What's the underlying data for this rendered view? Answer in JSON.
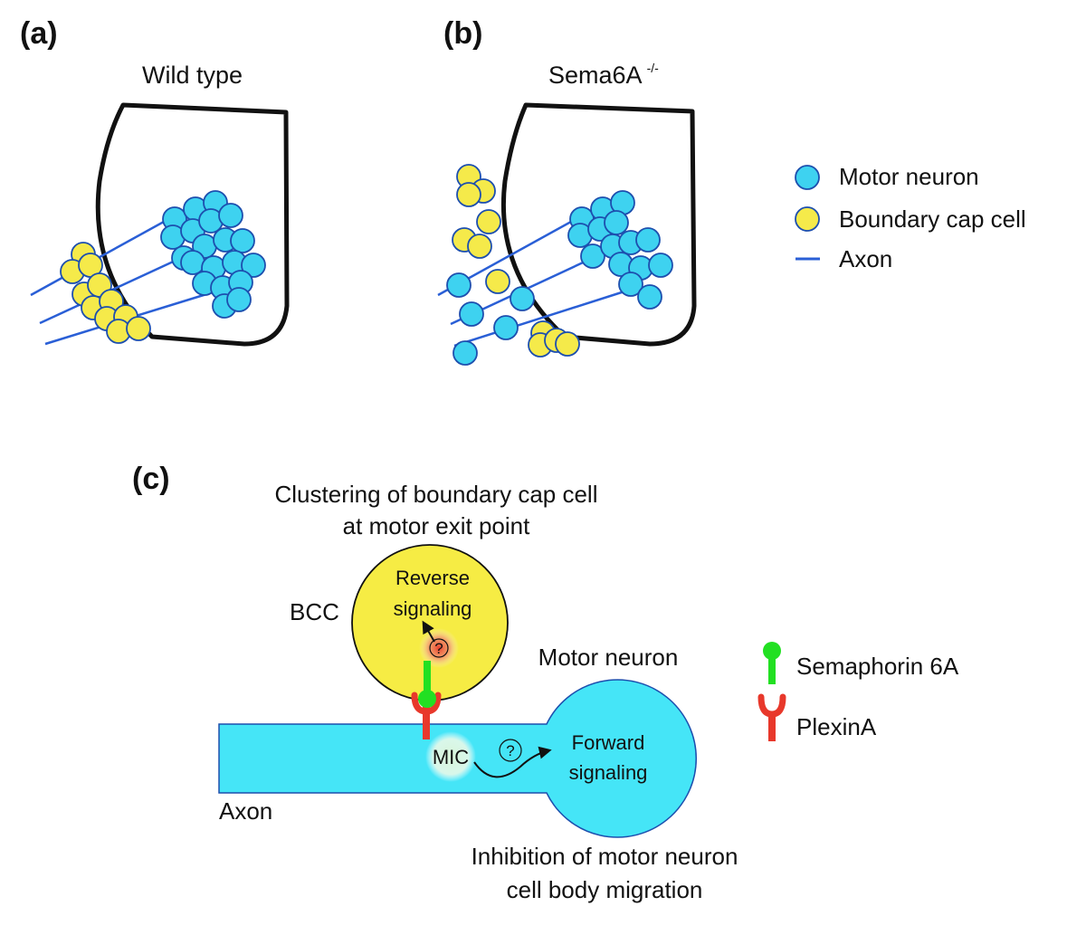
{
  "panels": {
    "a": {
      "label": "(a)",
      "title": "Wild type"
    },
    "b": {
      "label": "(b)",
      "title": "Sema6A",
      "title_superscript": "-/-"
    },
    "c": {
      "label": "(c)"
    }
  },
  "legend_top": {
    "motor_neuron": "Motor neuron",
    "boundary_cap_cell": "Boundary cap cell",
    "axon": "Axon"
  },
  "legend_bottom": {
    "semaphorin": "Semaphorin 6A",
    "plexin": "PlexinA"
  },
  "panel_c": {
    "clustering_line1": "Clustering of boundary cap cell",
    "clustering_line2": "at motor exit point",
    "bcc": "BCC",
    "reverse_line1": "Reverse",
    "reverse_line2": "signaling",
    "question": "?",
    "motor_neuron": "Motor neuron",
    "mic": "MIC",
    "forward_line1": "Forward",
    "forward_line2": "signaling",
    "axon": "Axon",
    "inhibition_line1": "Inhibition of motor neuron",
    "inhibition_line2": "cell body migration"
  },
  "colors": {
    "motor_neuron": "#3ed2f0",
    "boundary_cap_cell": "#f5ea4a",
    "axon_line": "#2a5fd6",
    "semaphorin": "#22e022",
    "plexin": "#e8382b",
    "cell_body": "#45e5f7",
    "bcc_fill": "#f6ec44",
    "outline": "#111111"
  }
}
